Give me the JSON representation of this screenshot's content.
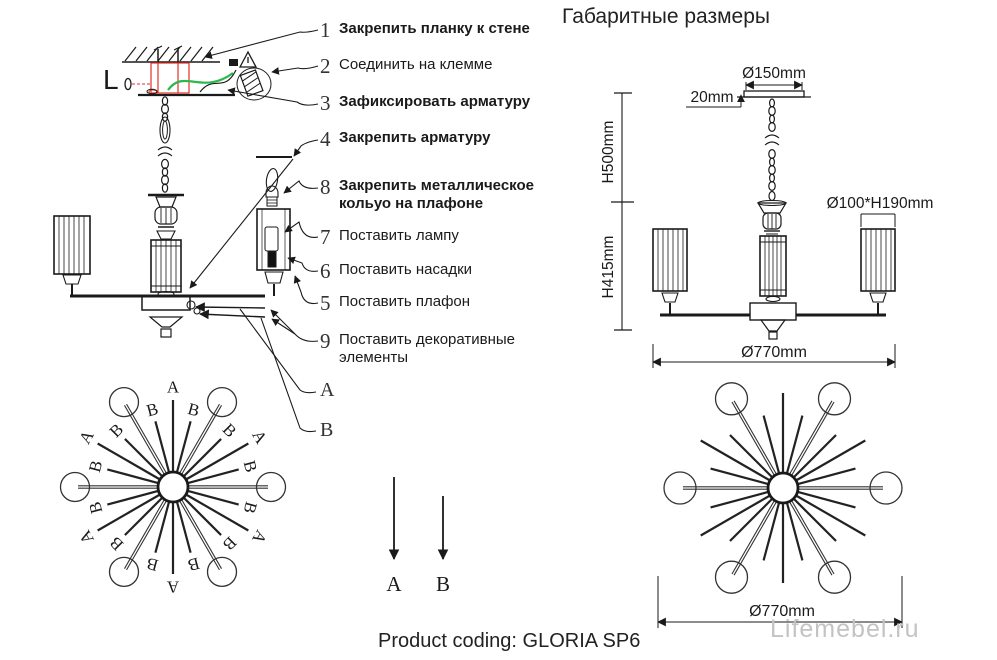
{
  "title": "Габаритные размеры",
  "assembly": {
    "mount_label": "L",
    "callouts": [
      {
        "num": "1",
        "text": "Закрепить планку к стене",
        "bold": true
      },
      {
        "num": "2",
        "text": "Соединить на клемме",
        "bold": false
      },
      {
        "num": "3",
        "text": "Зафиксировать арматуру",
        "bold": true
      },
      {
        "num": "4",
        "text": "Закрепить арматуру",
        "bold": true
      },
      {
        "num": "8",
        "text": "Закрепить металлическое кольуо на плафоне",
        "bold": true
      },
      {
        "num": "7",
        "text": "Поставить лампу",
        "bold": false
      },
      {
        "num": "6",
        "text": "Поставить насадки",
        "bold": false
      },
      {
        "num": "5",
        "text": "Поставить плафон",
        "bold": false
      },
      {
        "num": "9",
        "text": "Поставить декоративные элементы",
        "bold": false
      },
      {
        "num": "A",
        "text": "",
        "bold": false
      },
      {
        "num": "B",
        "text": "",
        "bold": false
      }
    ]
  },
  "dimensions": {
    "canopy_diameter": "Ø150mm",
    "canopy_thickness": "20mm",
    "hanging_height": "H500mm",
    "body_height": "H415mm",
    "shade_size": "Ø100*H190mm",
    "body_diameter_side": "Ø770mm",
    "body_diameter_top": "Ø770mm"
  },
  "detail_rods": {
    "a_label": "A",
    "b_label": "B"
  },
  "sunburst_labels": {
    "a": "A",
    "b": "B"
  },
  "footer": {
    "product_coding": "Product coding: GLORIA SP6",
    "watermark": "Lifemebel.ru"
  }
}
